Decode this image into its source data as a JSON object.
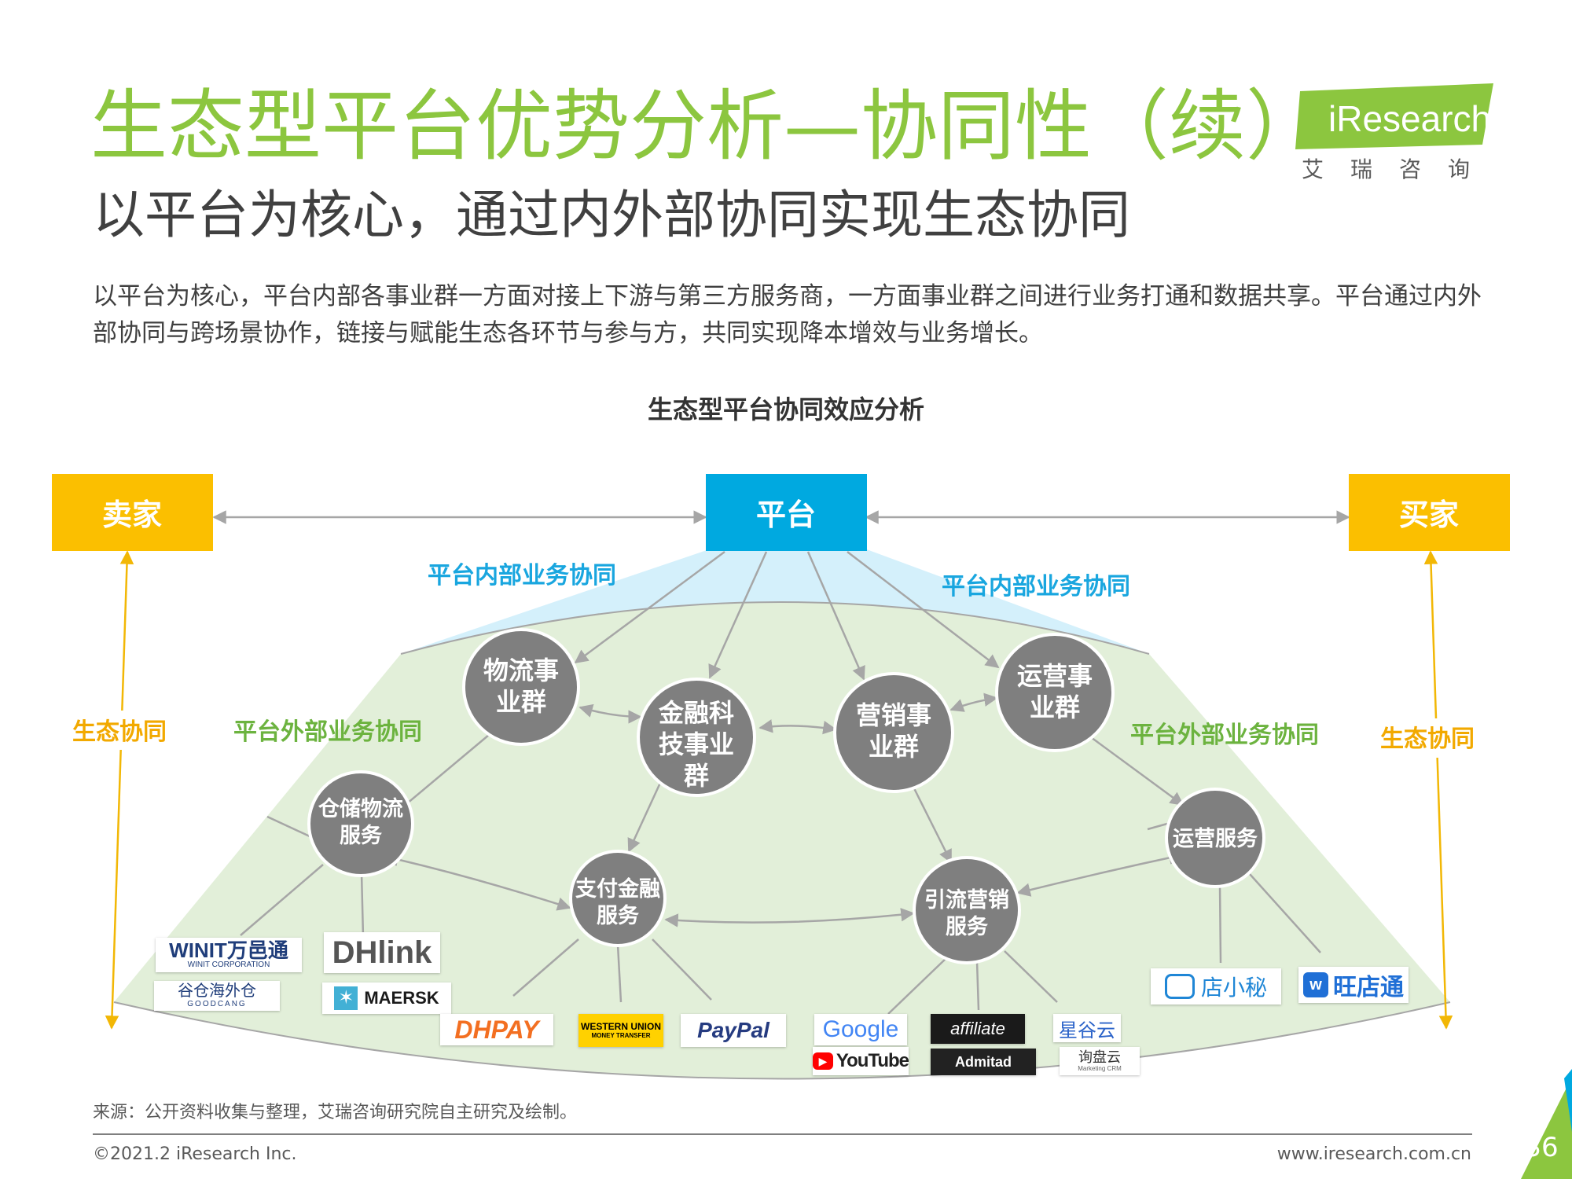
{
  "header": {
    "title": "生态型平台优势分析—协同性（续）",
    "subtitle": "以平台为核心，通过内外部协同实现生态协同",
    "logo_text": "iResearch",
    "logo_sub": "艾瑞咨询"
  },
  "description": "以平台为核心，平台内部各事业群一方面对接上下游与第三方服务商，一方面事业群之间进行业务打通和数据共享。平台通过内外部协同与跨场景协作，链接与赋能生态各环节与参与方，共同实现降本增效与业务增长。",
  "diagram": {
    "title": "生态型平台协同效应分析",
    "nodes": {
      "seller": "卖家",
      "platform": "平台",
      "buyer": "买家"
    },
    "labels": {
      "internal_left": "平台内部业务协同",
      "internal_right": "平台内部业务协同",
      "external_left": "平台外部业务协同",
      "external_right": "平台外部业务协同",
      "eco_left": "生态协同",
      "eco_right": "生态协同"
    },
    "business_groups": {
      "logistics": [
        "物流事",
        "业群"
      ],
      "fintech": [
        "金融科",
        "技事业",
        "群"
      ],
      "marketing": [
        "营销事",
        "业群"
      ],
      "operations": [
        "运营事",
        "业群"
      ]
    },
    "services": {
      "warehouse": [
        "仓储物流",
        "服务"
      ],
      "payment": [
        "支付金融",
        "服务"
      ],
      "traffic": [
        "引流营销",
        "服务"
      ],
      "operations": [
        "运营服务"
      ]
    },
    "brands": {
      "winit": "WINIT万邑通",
      "winit_sub": "WINIT CORPORATION",
      "goodcang": "谷仓海外仓",
      "goodcang_sub": "GOODCANG",
      "dhlink": "DHlink",
      "maersk": "MAERSK",
      "dhpay": "DHPAY",
      "western_union": "WESTERN UNION",
      "western_union_sub": "MONEY TRANSFER",
      "paypal": "PayPal",
      "google": "Google",
      "youtube": "YouTube",
      "affiliate": "affiliate",
      "admitad": "Admitad",
      "xinggu": "星谷云",
      "xunpan": "询盘云",
      "xunpan_sub": "Marketing CRM",
      "dianxiaomi": "店小秘",
      "wangdiantong": "旺店通"
    },
    "colors": {
      "seller_buyer": "#fbbf00",
      "platform": "#00a9e0",
      "internal_label": "#19a6df",
      "external_label": "#6cb33f",
      "eco_label": "#f2a900",
      "node_circle": "#7f7f7f",
      "internal_area": "#d4f0fb",
      "external_area": "#e2efd9"
    }
  },
  "footer": {
    "source": "来源：公开资料收集与整理，艾瑞咨询研究院自主研究及绘制。",
    "copyright": "©2021.2 iResearch Inc.",
    "website": "www.iresearch.com.cn",
    "page": "36"
  }
}
